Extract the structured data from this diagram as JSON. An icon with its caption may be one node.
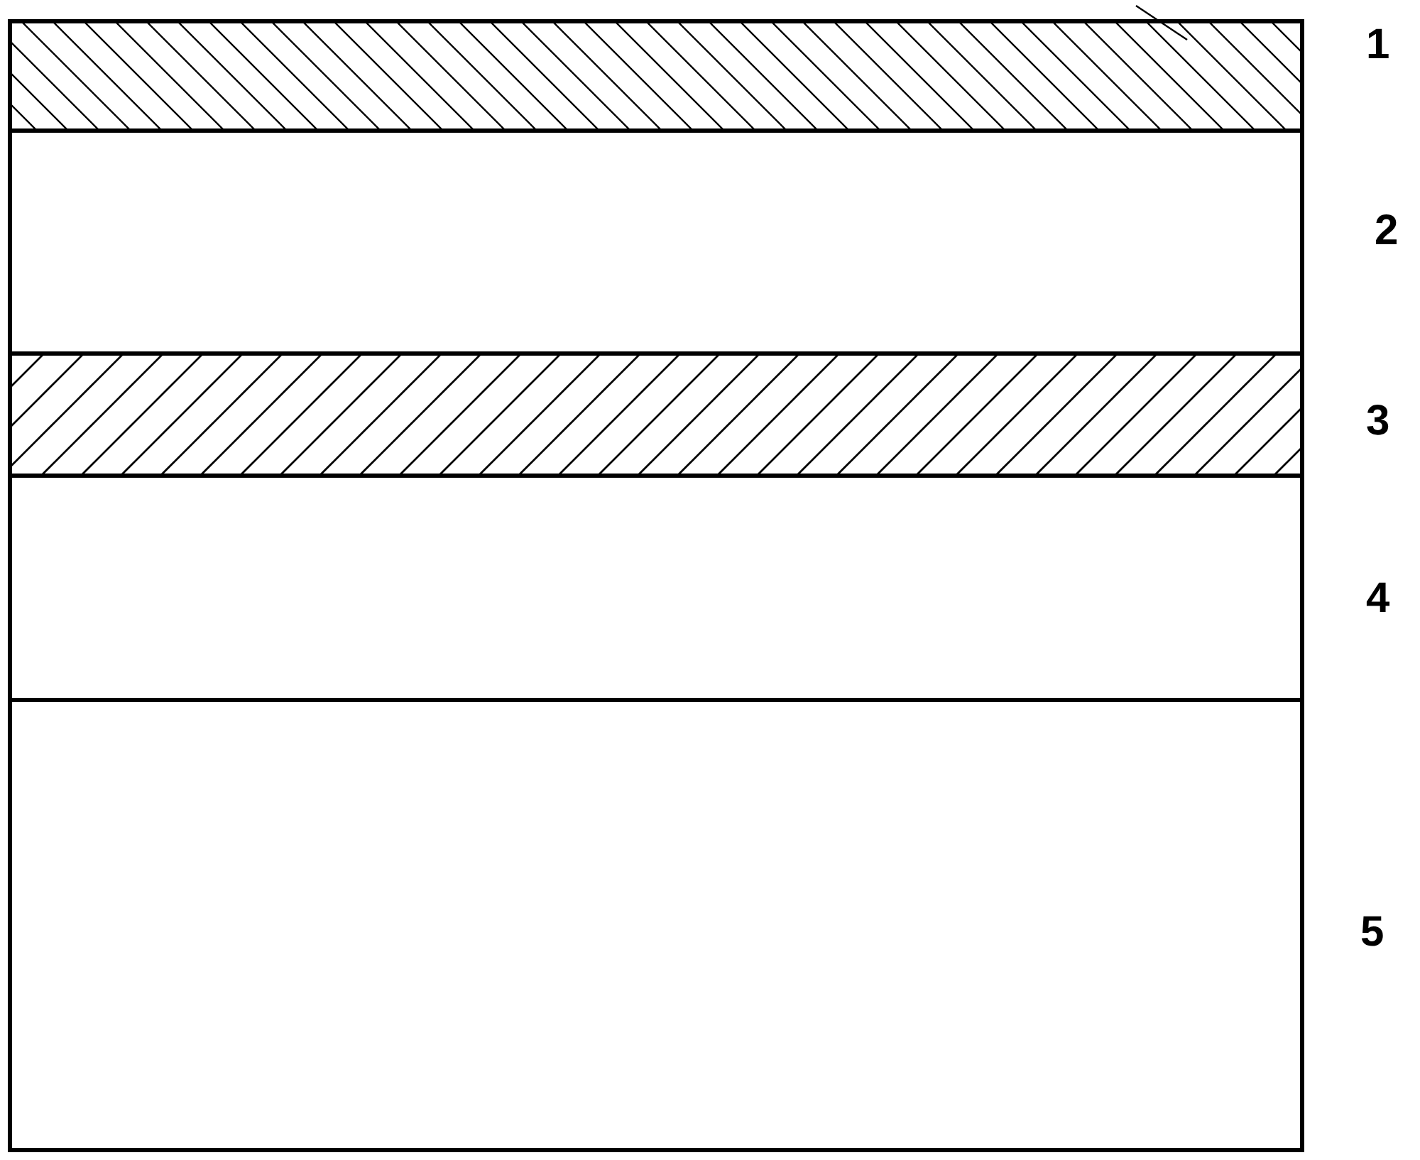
{
  "diagram": {
    "nodes": [
      {
        "text": [],
        "shape": "box",
        "beside": [
          "1"
        ]
      },
      {
        "text": [],
        "shape": "box",
        "beside": [
          "2"
        ]
      },
      {
        "text": [],
        "shape": "box",
        "beside": [
          "3"
        ]
      },
      {
        "text": [],
        "shape": "box",
        "beside": [
          "4"
        ]
      },
      {
        "text": [],
        "shape": "box",
        "beside": [
          "5"
        ]
      }
    ]
  }
}
